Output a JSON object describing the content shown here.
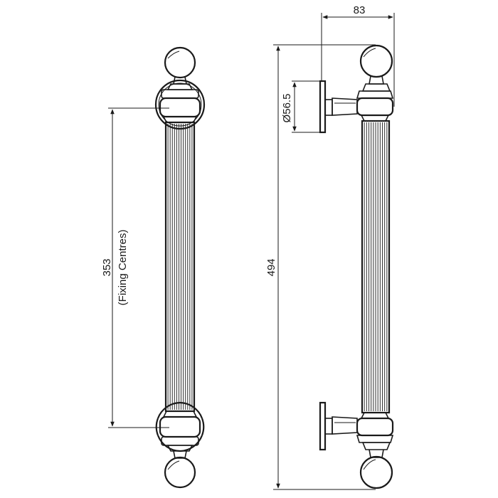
{
  "dimensions": {
    "fixing_centres_value": "353",
    "fixing_centres_label": "(Fixing Centres)",
    "overall_length": "494",
    "projection": "83",
    "rose_diameter": "Ø56.5"
  }
}
